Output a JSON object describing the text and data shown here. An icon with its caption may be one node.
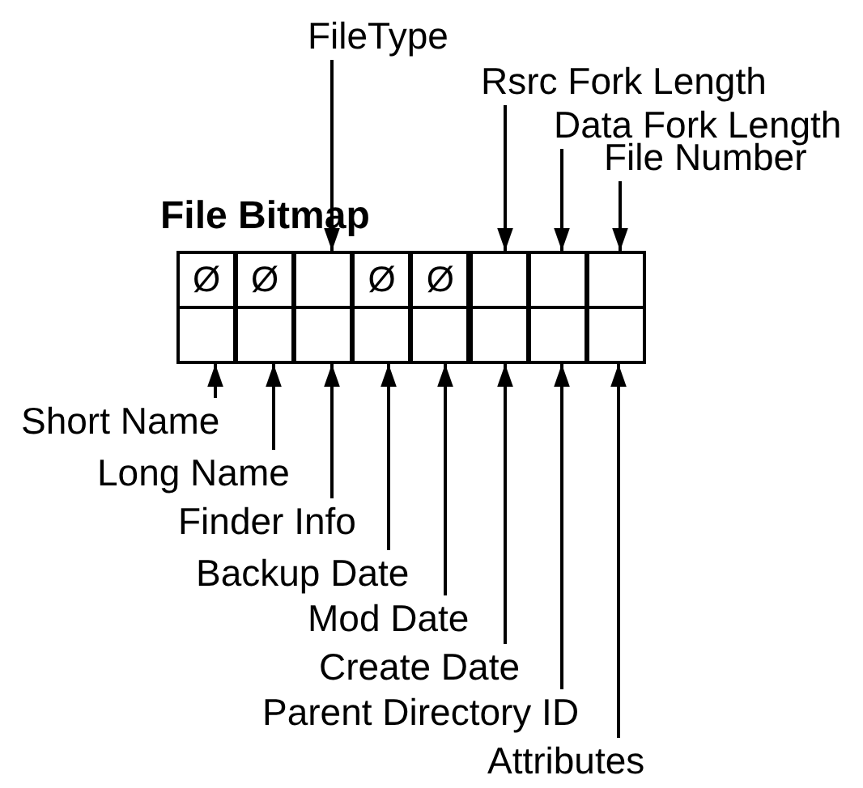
{
  "diagram": {
    "nodes": [
      {
        "text": [
          "FileType"
        ]
      },
      {
        "text": [
          "Rsrc Fork Length"
        ]
      },
      {
        "text": [
          "Data Fork Length"
        ]
      },
      {
        "text": [
          "File Number"
        ]
      },
      {
        "text": [
          "File Bitmap"
        ]
      },
      {
        "text": [
          "Ø"
        ],
        "in": 4
      },
      {
        "text": [
          "Ø"
        ],
        "in": 4
      },
      {
        "text": [],
        "shape": "box",
        "in": 4
      },
      {
        "text": [
          "Ø"
        ],
        "in": 4
      },
      {
        "text": [
          "Ø"
        ],
        "in": 4
      },
      {
        "text": [],
        "shape": "box",
        "in": 4
      },
      {
        "text": [],
        "shape": "box",
        "in": 4
      },
      {
        "text": [],
        "shape": "box",
        "in": 4
      },
      {
        "text": [],
        "shape": "box",
        "in": 4
      },
      {
        "text": [],
        "shape": "box",
        "in": 4
      },
      {
        "text": [],
        "shape": "box",
        "in": 4
      },
      {
        "text": [],
        "shape": "box",
        "in": 4
      },
      {
        "text": [],
        "shape": "box",
        "in": 4
      },
      {
        "text": [],
        "shape": "box",
        "in": 4
      },
      {
        "text": [],
        "shape": "box",
        "in": 4
      },
      {
        "text": [],
        "shape": "box",
        "in": 4
      },
      {
        "text": [
          "Short Name"
        ]
      },
      {
        "text": [
          "Long Name"
        ]
      },
      {
        "text": [
          "Finder Info"
        ]
      },
      {
        "text": [
          "Backup Date"
        ]
      },
      {
        "text": [
          "Mod Date"
        ]
      },
      {
        "text": [
          "Create Date"
        ]
      },
      {
        "text": [
          "Parent Directory ID"
        ]
      },
      {
        "text": [
          "Attributes"
        ]
      }
    ],
    "edges": [
      {
        "from": 0,
        "to": 7,
        "arrow": "to"
      },
      {
        "from": 1,
        "to": 10,
        "arrow": "to"
      },
      {
        "from": 2,
        "to": 11,
        "arrow": "to"
      },
      {
        "from": 3,
        "to": 12,
        "arrow": "to"
      },
      {
        "from": 21,
        "to": 13,
        "arrow": "to"
      },
      {
        "from": 22,
        "to": 14,
        "arrow": "to"
      },
      {
        "from": 23,
        "to": 15,
        "arrow": "to"
      },
      {
        "from": 24,
        "to": 16,
        "arrow": "to"
      },
      {
        "from": 25,
        "to": 17,
        "arrow": "to"
      },
      {
        "from": 26,
        "to": 18,
        "arrow": "to"
      },
      {
        "from": 27,
        "to": 19,
        "arrow": "to"
      },
      {
        "from": 28,
        "to": 20,
        "arrow": "to"
      }
    ]
  }
}
